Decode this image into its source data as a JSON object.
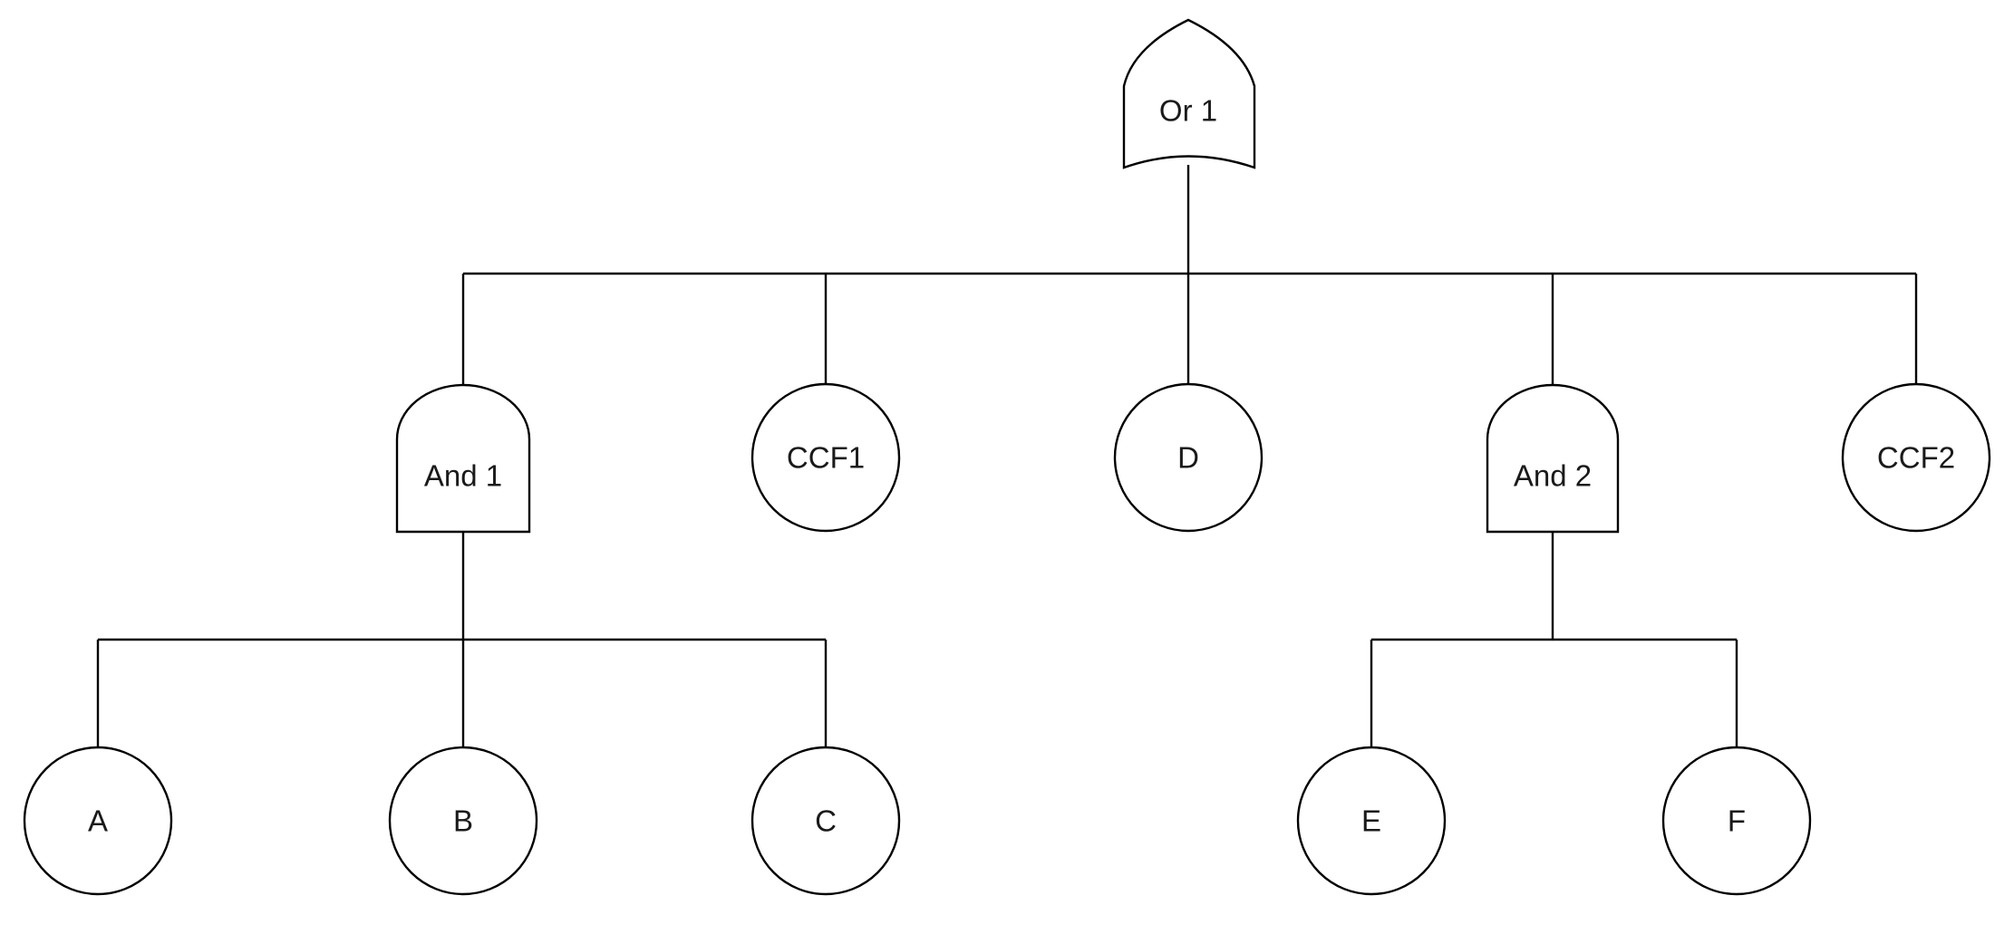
{
  "diagram": {
    "top_gate": {
      "id": "or1",
      "type": "or-gate",
      "label": "Or 1"
    },
    "level_1": [
      {
        "id": "and1",
        "type": "and-gate",
        "label": "And 1"
      },
      {
        "id": "ccf1",
        "type": "basic-event",
        "label": "CCF1"
      },
      {
        "id": "d",
        "type": "basic-event",
        "label": "D"
      },
      {
        "id": "and2",
        "type": "and-gate",
        "label": "And 2"
      },
      {
        "id": "ccf2",
        "type": "basic-event",
        "label": "CCF2"
      }
    ],
    "level_2": [
      {
        "id": "a",
        "type": "basic-event",
        "label": "A",
        "parent": "and1"
      },
      {
        "id": "b",
        "type": "basic-event",
        "label": "B",
        "parent": "and1"
      },
      {
        "id": "c",
        "type": "basic-event",
        "label": "C",
        "parent": "and1"
      },
      {
        "id": "e",
        "type": "basic-event",
        "label": "E",
        "parent": "and2"
      },
      {
        "id": "f",
        "type": "basic-event",
        "label": "F",
        "parent": "and2"
      }
    ],
    "colors": {
      "line": "#000000",
      "text": "#1a1a1a",
      "background": "#ffffff"
    }
  }
}
